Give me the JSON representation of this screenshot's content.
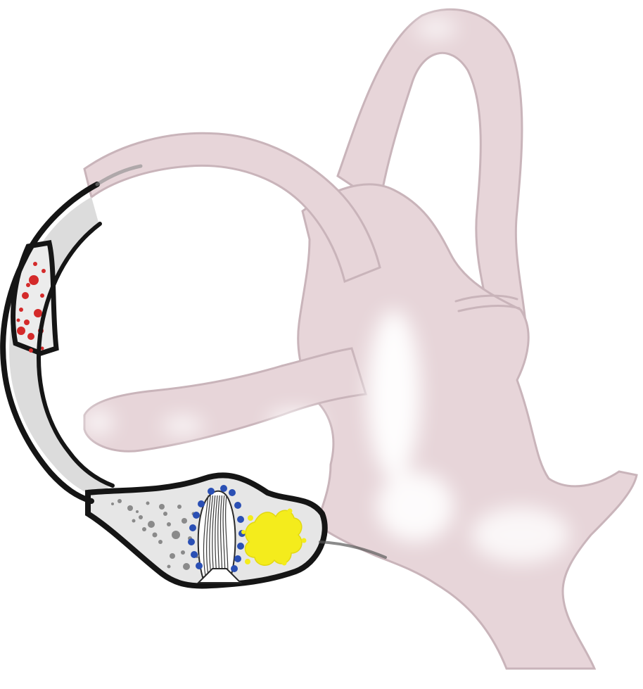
{
  "illustration": {
    "subject": "inner-ear-labyrinth",
    "colors": {
      "labyrinth_fill": "#e7d5d9",
      "labyrinth_outline": "#c9b4ba",
      "labyrinth_highlight": "#ffffff",
      "canal_fill": "#dcdcdc",
      "outline_dark": "#151515",
      "red_dots": "#d42a2a",
      "grey_dots": "#8a8a8a",
      "blue_dots": "#2a4fb4",
      "yellow_blob": "#f4ec1c"
    },
    "regions": [
      {
        "name": "bony-labyrinth",
        "icon": "labyrinth-shape"
      },
      {
        "name": "posterior-canal-segment-red",
        "icon": "red-dot-cluster"
      },
      {
        "name": "ampulla-grey",
        "icon": "grey-dot-cluster"
      },
      {
        "name": "crista-ampullaris",
        "icon": "crista-fan"
      },
      {
        "name": "blue-dot-border",
        "icon": "blue-dot-ring"
      },
      {
        "name": "yellow-lesion",
        "icon": "yellow-splotch"
      }
    ]
  }
}
